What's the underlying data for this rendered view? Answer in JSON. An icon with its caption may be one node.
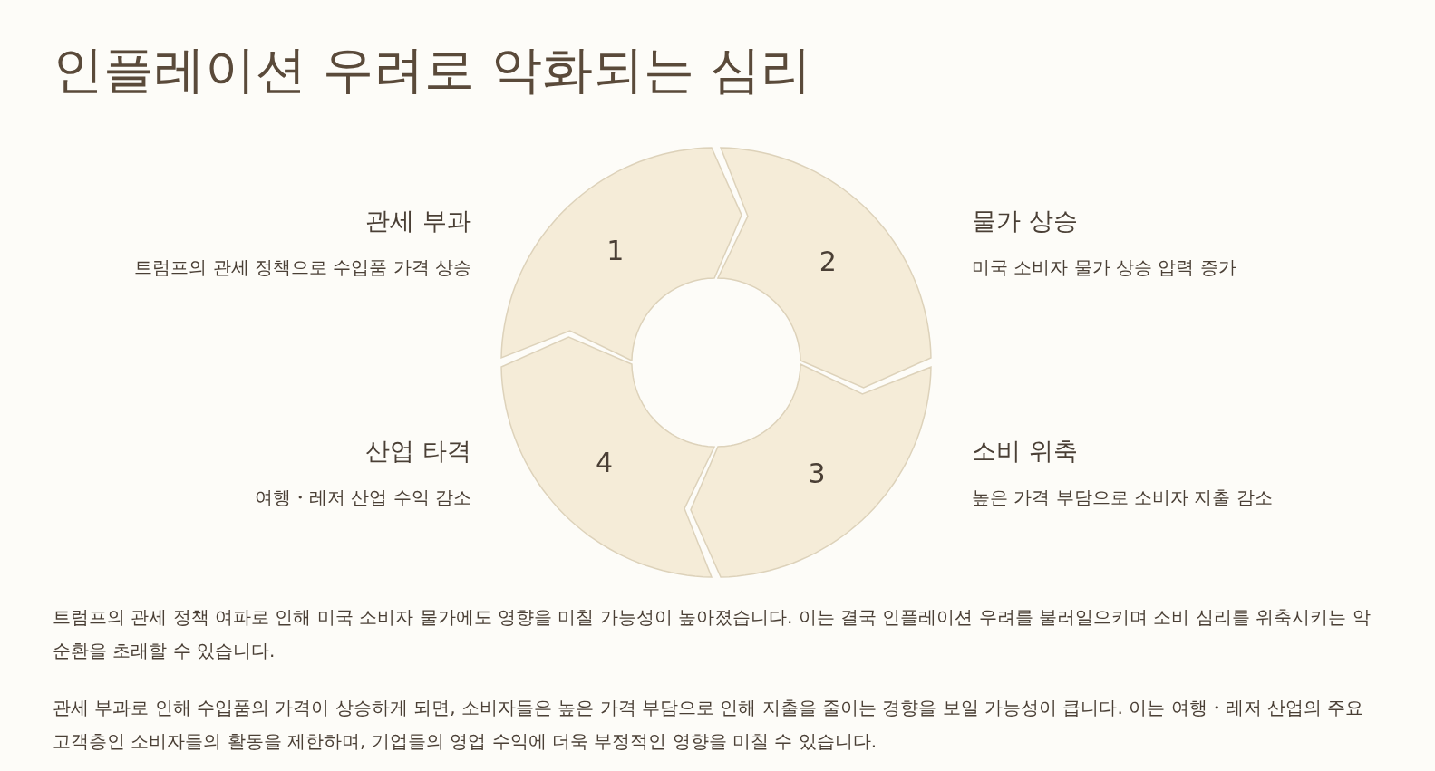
{
  "diagram": {
    "title": "인플레이션 우려로 악화되는 심리",
    "nodes": [
      {
        "text": [
          "1"
        ],
        "beside": [
          "관세 부과",
          "트럼프의 관세 정책으로 수입품 가격 상승"
        ]
      },
      {
        "text": [
          "2"
        ],
        "beside": [
          "물가 상승",
          "미국 소비자 물가 상승 압력 증가"
        ]
      },
      {
        "text": [
          "3"
        ],
        "beside": [
          "소비 위축",
          "높은 가격 부담으로 소비자 지출 감소"
        ]
      },
      {
        "text": [
          "4"
        ],
        "beside": [
          "산업 타격",
          "여행・레저 산업 수익 감소"
        ]
      }
    ],
    "labels": [
      "트럼프의 관세 정책 여파로 인해 미국 소비자 물가에도 영향을 미칠 가능성이 높아졌습니다. 이는 결국 인플레이션 우려를 불러일으키며 소비 심리를 위축시키는 악순환을 초래할 수 있습니다.",
      "관세 부과로 인해 수입품의 가격이 상승하게 되면, 소비자들은 높은 가격 부담으로 인해 지출을 줄이는 경향을 보일 가능성이 큽니다. 이는 여행・레저 산업의 주요 고객층인 소비자들의 활동을 제한하며, 기업들의 영업 수익에 더욱 부정적인 영향을 미칠 수 있습니다."
    ]
  }
}
